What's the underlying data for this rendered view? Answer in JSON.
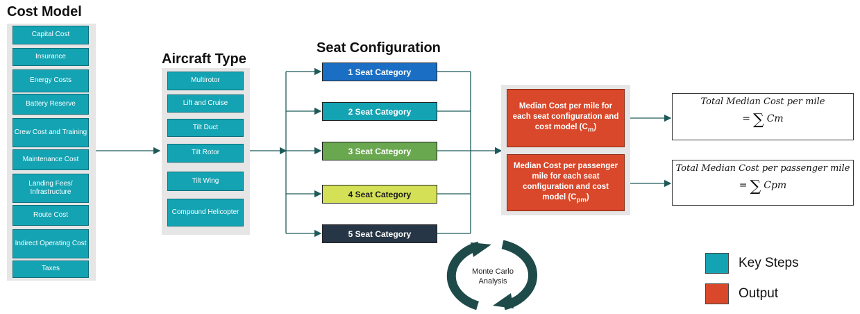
{
  "cost_model": {
    "title": "Cost Model",
    "items": [
      "Capital Cost",
      "Insurance",
      "Energy Costs",
      "Battery Reserve",
      "Crew Cost and Training",
      "Maintenance Cost",
      "Landing Fees/ Infrastructure",
      "Route Cost",
      "Indirect Operating Cost",
      "Taxes"
    ]
  },
  "aircraft": {
    "title": "Aircraft Type",
    "items": [
      "Multirotor",
      "Lift and Cruise",
      "Tilt Duct",
      "Tilt Rotor",
      "Tilt Wing",
      "Compound Helicopter"
    ]
  },
  "seats": {
    "title": "Seat Configuration",
    "items": [
      {
        "label": "1 Seat Category",
        "color": "#1a6fc4"
      },
      {
        "label": "2 Seat Category",
        "color": "#14a3b3"
      },
      {
        "label": "3 Seat Category",
        "color": "#6aa84f"
      },
      {
        "label": "4 Seat Category",
        "color": "#d4e157"
      },
      {
        "label": "5 Seat Category",
        "color": "#263646"
      }
    ]
  },
  "outputs": {
    "cm": {
      "text": "Median Cost per mile for each seat configuration and cost model (C",
      "sub": "m",
      "close": ")"
    },
    "cpm": {
      "text": "Median Cost per passenger mile for each seat configuration and cost model (C",
      "sub": "pm",
      "close": ")"
    }
  },
  "results": {
    "cm": {
      "line1": "Total Median Cost per mile",
      "eq": "=",
      "sigma": "∑",
      "var": "Cm"
    },
    "cpm": {
      "line1": "Total Median Cost per passenger mile",
      "eq": "=",
      "sigma": "∑",
      "var": "Cpm"
    }
  },
  "monte_carlo": {
    "label": "Monte Carlo Analysis",
    "color": "#1e4a4a"
  },
  "legend": [
    {
      "label": "Key Steps",
      "color": "#14a3b3"
    },
    {
      "label": "Output",
      "color": "#d9482a"
    }
  ]
}
